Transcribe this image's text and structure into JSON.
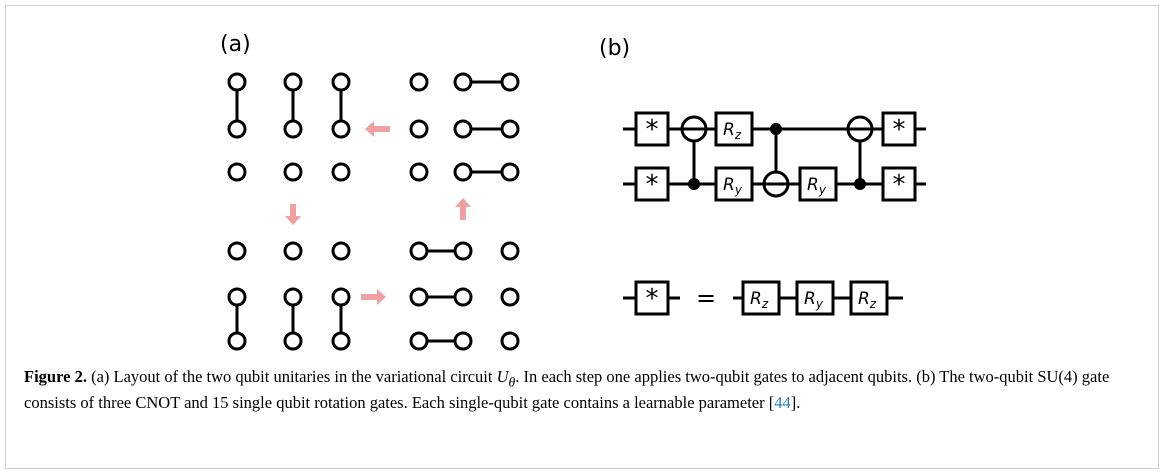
{
  "figure": {
    "label": "Figure 2.",
    "panel_a_label": "(a)",
    "panel_b_label": "(b)",
    "caption_part1": " (a) Layout of the two qubit unitaries in the variational circuit ",
    "caption_symbol": "U",
    "caption_subscript": "θ",
    "caption_part2": ". In each step one applies two-qubit gates to adjacent qubits. (b) The two-qubit SU(4) gate consists of three CNOT and 15 single qubit rotation gates. Each single-qubit gate contains a learnable parameter [",
    "caption_cite": "44",
    "caption_end": "]."
  },
  "circuit": {
    "star_symbol": "*",
    "equals": "=",
    "rz": {
      "base": "R",
      "sub": "z"
    },
    "ry": {
      "base": "R",
      "sub": "y"
    }
  },
  "colors": {
    "arrow": "#f0a0a0",
    "ink": "#000000",
    "cite": "#2a7fc0",
    "border": "#d0d0d0"
  }
}
